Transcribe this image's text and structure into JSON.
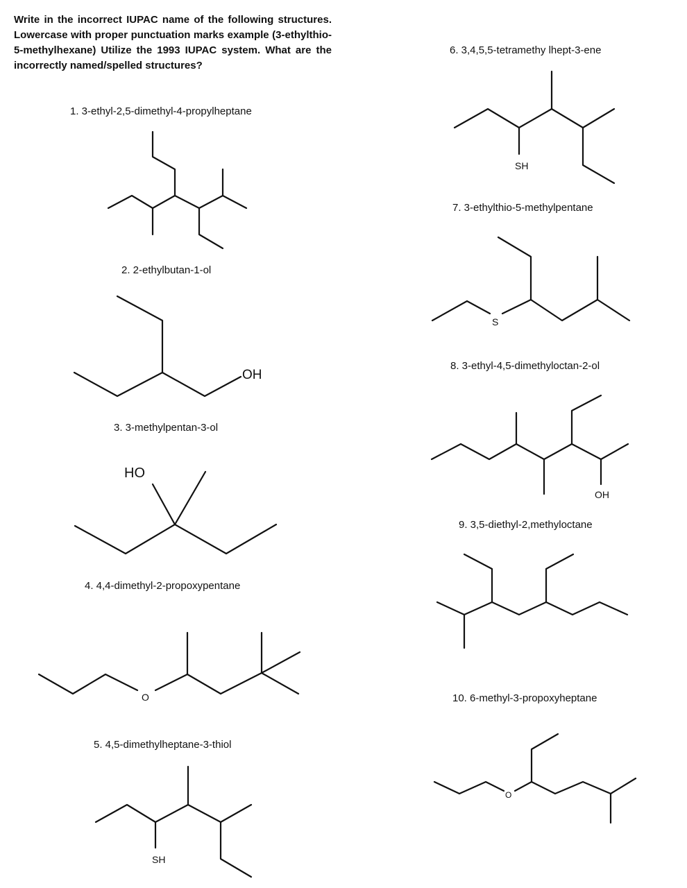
{
  "instructions": "Write in the incorrect IUPAC name of the following structures. Lowercase with proper punctuation marks example (3-ethylthio-5-methylhexane) Utilize the 1993 IUPAC system. What are the incorrectly named/spelled structures?",
  "problems": [
    {
      "label": "1. 3-ethyl-2,5-dimethyl-4-propylheptane"
    },
    {
      "label": "2. 2-ethylbutan-1-ol",
      "atoms": [
        "OH"
      ]
    },
    {
      "label": "3. 3-methylpentan-3-ol",
      "atoms": [
        "HO"
      ]
    },
    {
      "label": "4. 4,4-dimethyl-2-propoxypentane",
      "atoms": [
        "O"
      ]
    },
    {
      "label": "5. 4,5-dimethylheptane-3-thiol",
      "atoms": [
        "SH"
      ]
    },
    {
      "label": "6. 3,4,5,5-tetramethy lhept-3-ene",
      "atoms": [
        "SH"
      ]
    },
    {
      "label": "7. 3-ethylthio-5-methylpentane",
      "atoms": [
        "S"
      ]
    },
    {
      "label": "8. 3-ethyl-4,5-dimethyloctan-2-ol",
      "atoms": [
        "OH"
      ]
    },
    {
      "label": "9. 3,5-diethyl-2,methyloctane"
    },
    {
      "label": "10. 6-methyl-3-propoxyheptane",
      "atoms": [
        "O"
      ]
    }
  ]
}
